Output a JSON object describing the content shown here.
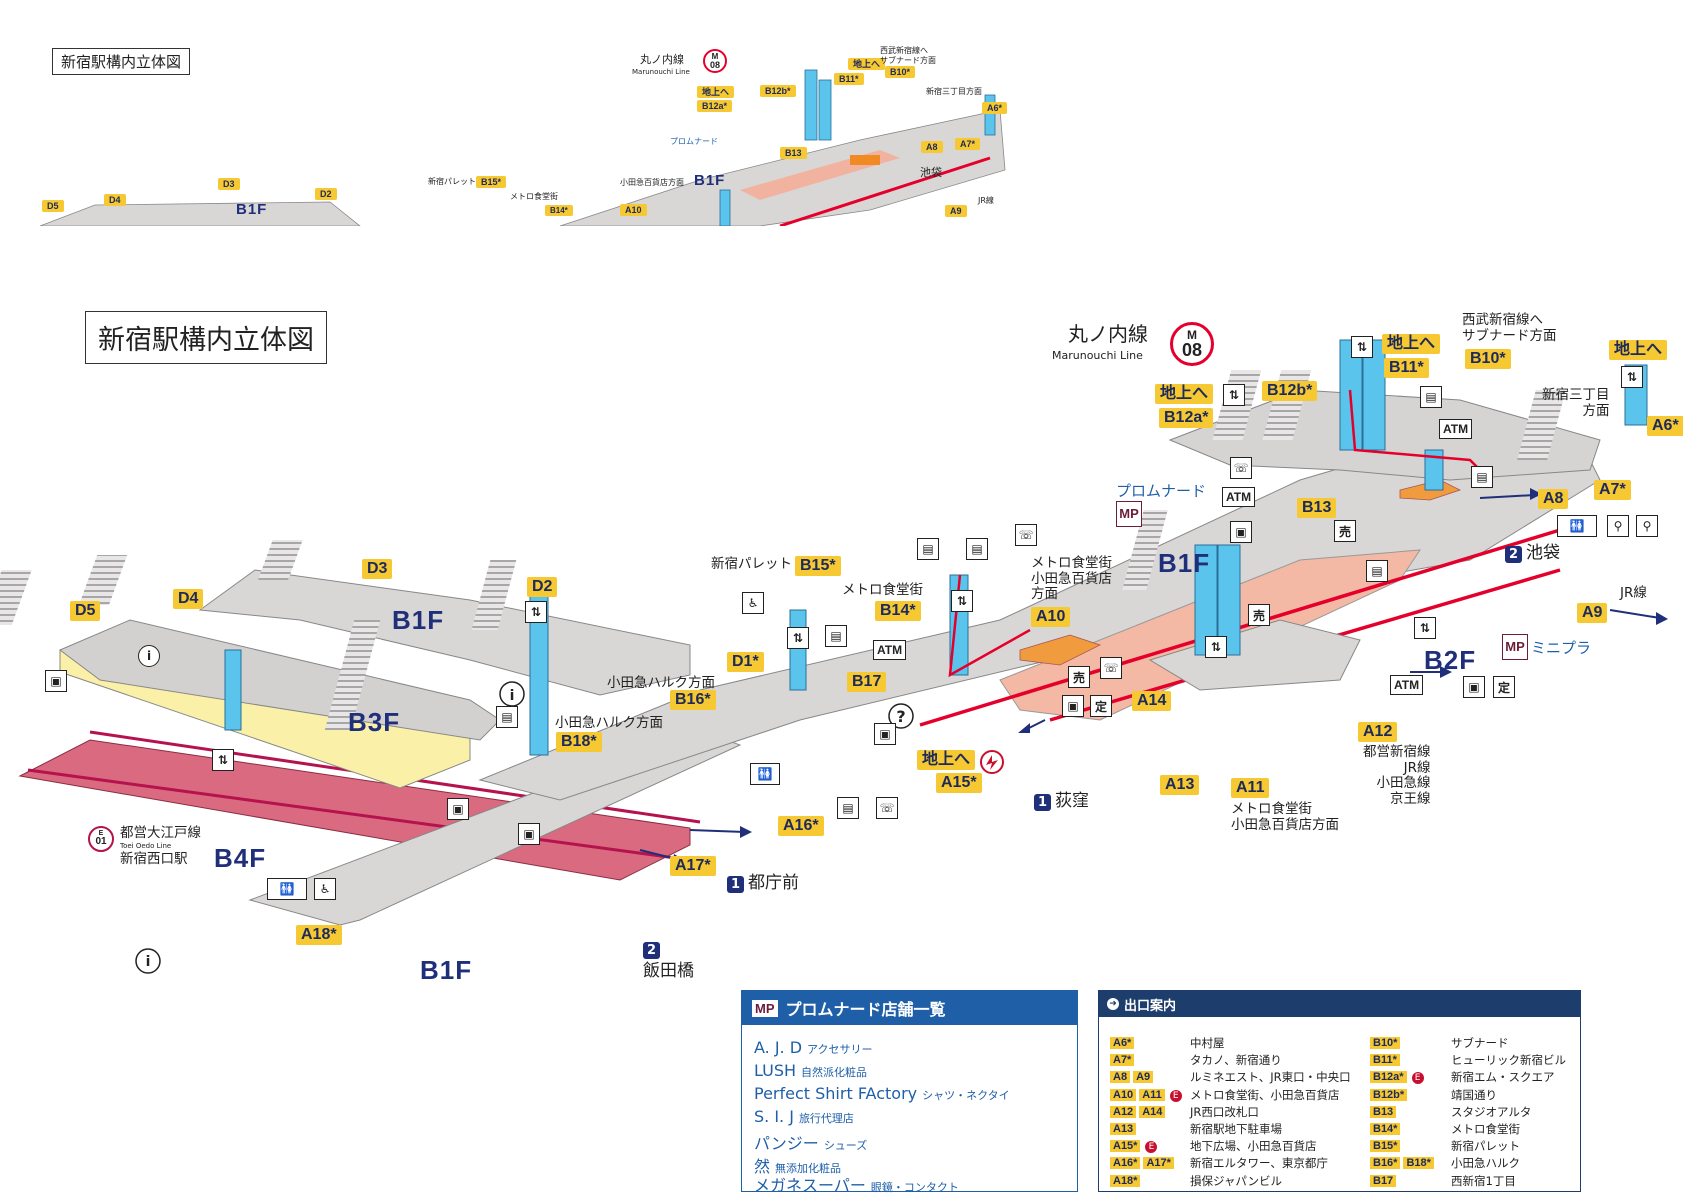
{
  "thumbnail": {
    "title": "新宿駅構内立体図",
    "line_name": "丸ノ内線",
    "line_name_en": "Marunouchi Line",
    "gates": [
      "地上へ",
      "B11*",
      "B10*",
      "B12b*",
      "地上へ",
      "B12a*",
      "A6*",
      "A8",
      "A7*",
      "B13",
      "B15*",
      "B14*",
      "A10",
      "A9",
      "D5",
      "D4",
      "D3",
      "D2"
    ],
    "labels": [
      "西武新宿線へ",
      "サブナード方面",
      "新宿三丁目方面",
      "プロムナード",
      "新宿パレット",
      "メトロ食堂街",
      "小田急百貨店方面",
      "池袋",
      "JR線",
      "B1F"
    ]
  },
  "main": {
    "title": "新宿駅構内立体図",
    "line": {
      "name": "丸ノ内線",
      "name_en": "Marunouchi Line",
      "code_letter": "M",
      "code_num": "08",
      "color": "#e4002b"
    },
    "floors": {
      "b1f_left": "B1F",
      "b1f_right": "B1F",
      "b1f_bottom": "B1F",
      "b2f": "B2F",
      "b3f": "B3F",
      "b4f": "B4F"
    },
    "gates": {
      "d5": "D5",
      "d4": "D4",
      "d3": "D3",
      "d2": "D2",
      "d1": "D1*",
      "b18": "B18*",
      "b16": "B16*",
      "b17": "B17",
      "b15": "B15*",
      "b14": "B14*",
      "a10": "A10",
      "a15": "A15*",
      "chijoe_a15": "地上へ",
      "a16": "A16*",
      "a17": "A17*",
      "a18": "A18*",
      "a14": "A14",
      "a13": "A13",
      "a11": "A11",
      "a12": "A12",
      "a9": "A9",
      "a8": "A8",
      "a7": "A7*",
      "a6": "A6*",
      "b13": "B13",
      "b12a": "B12a*",
      "b12b": "B12b*",
      "b11": "B11*",
      "b10": "B10*",
      "chijoe_b12a": "地上へ",
      "chijoe_b11": "地上へ",
      "chijoe_a6": "地上へ"
    },
    "labels": {
      "odakyu_halc_1": "小田急ハルク方面",
      "odakyu_halc_2": "小田急ハルク方面",
      "palette": "新宿パレット",
      "metro_food": "メトロ食堂街",
      "metro_food_dept": "メトロ食堂街\n小田急百貨店\n方面",
      "promenade": "プロムナード",
      "seibu": "西武新宿線へ\nサブナード方面",
      "sanchome": "新宿三丁目\n方面",
      "jr": "JR線",
      "ikebukuro": "池袋",
      "ogikubo": "荻窪",
      "tochomae": "都庁前",
      "iidabashi": "飯田橋",
      "miniplas": "ミニプラ",
      "a12_dest": "都営新宿線\nJR線\n小田急線\n京王線",
      "a11_dest": "メトロ食堂街\n小田急百貨店方面",
      "oedo": "都営大江戸線",
      "oedo_en": "Toei Oedo Line",
      "oedo_station": "新宿西口駅",
      "oedo_code_letter": "E",
      "oedo_code_num": "01",
      "dir1": "1",
      "dir2": "2"
    }
  },
  "promenade_panel": {
    "header": "プロムナード店舗一覧",
    "logo": "MP",
    "shops": [
      {
        "name": "A. J. D",
        "category": "アクセサリー"
      },
      {
        "name": "LUSH",
        "category": "自然派化粧品"
      },
      {
        "name": "Perfect Shirt FActory",
        "category": "シャツ・ネクタイ"
      },
      {
        "name": "S. I. J",
        "category": "旅行代理店"
      },
      {
        "name": "パンジー",
        "category": "シューズ"
      },
      {
        "name": "然",
        "category": "無添加化粧品"
      },
      {
        "name": "メガネスーパー",
        "category": "眼鏡・コンタクト"
      }
    ]
  },
  "exit_panel": {
    "header": "出口案内",
    "left": [
      {
        "gates": [
          "A6*"
        ],
        "e": false,
        "dest": "中村屋"
      },
      {
        "gates": [
          "A7*"
        ],
        "e": false,
        "dest": "タカノ、新宿通り"
      },
      {
        "gates": [
          "A8",
          "A9"
        ],
        "e": false,
        "dest": "ルミネエスト、JR東口・中央口"
      },
      {
        "gates": [
          "A10",
          "A11"
        ],
        "e": true,
        "dest": "メトロ食堂街、小田急百貨店"
      },
      {
        "gates": [
          "A12",
          "A14"
        ],
        "e": false,
        "dest": "JR西口改札口"
      },
      {
        "gates": [
          "A13"
        ],
        "e": false,
        "dest": "新宿駅地下駐車場"
      },
      {
        "gates": [
          "A15*"
        ],
        "e": true,
        "dest": "地下広場、小田急百貨店"
      },
      {
        "gates": [
          "A16*",
          "A17*"
        ],
        "e": false,
        "dest": "新宿エルタワー、東京都庁"
      },
      {
        "gates": [
          "A18*"
        ],
        "e": false,
        "dest": "損保ジャパンビル"
      }
    ],
    "right": [
      {
        "gates": [
          "B10*"
        ],
        "e": false,
        "dest": "サブナード"
      },
      {
        "gates": [
          "B11*"
        ],
        "e": false,
        "dest": "ヒューリック新宿ビル"
      },
      {
        "gates": [
          "B12a*"
        ],
        "e": true,
        "dest": "新宿エム・スクエア"
      },
      {
        "gates": [
          "B12b*"
        ],
        "e": false,
        "dest": "靖国通り"
      },
      {
        "gates": [
          "B13"
        ],
        "e": false,
        "dest": "スタジオアルタ"
      },
      {
        "gates": [
          "B14*"
        ],
        "e": false,
        "dest": "メトロ食堂街"
      },
      {
        "gates": [
          "B15*"
        ],
        "e": false,
        "dest": "新宿パレット"
      },
      {
        "gates": [
          "B16*",
          "B18*"
        ],
        "e": false,
        "dest": "小田急ハルク"
      },
      {
        "gates": [
          "B17"
        ],
        "e": false,
        "dest": "西新宿1丁目"
      }
    ],
    "e_mark": "E"
  },
  "colors": {
    "gate_yellow": "#f6c832",
    "floor_navy": "#1f2f7a",
    "marunouchi_red": "#e4002b",
    "oedo_magenta": "#b5124e",
    "promenade_blue": "#1f5fa8",
    "elevator_cyan": "#5bc4ec"
  }
}
